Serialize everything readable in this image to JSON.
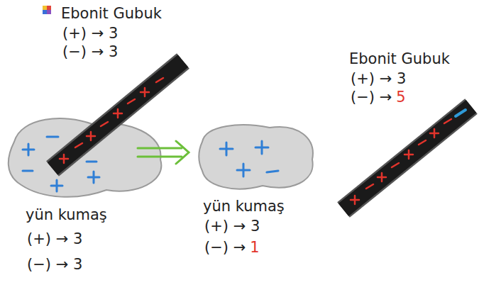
{
  "diagram": {
    "labels": [
      "Ebonit Gubuk",
      "(+) → 3",
      "(−) → 3",
      "Ebonit Gubuk",
      "(+) → 3",
      "(−) →",
      "5",
      "yün kumaş",
      "(+) → 3",
      "(−) → 3",
      "yün kumaş",
      "(+) → 3",
      "(−) →",
      "1"
    ]
  }
}
